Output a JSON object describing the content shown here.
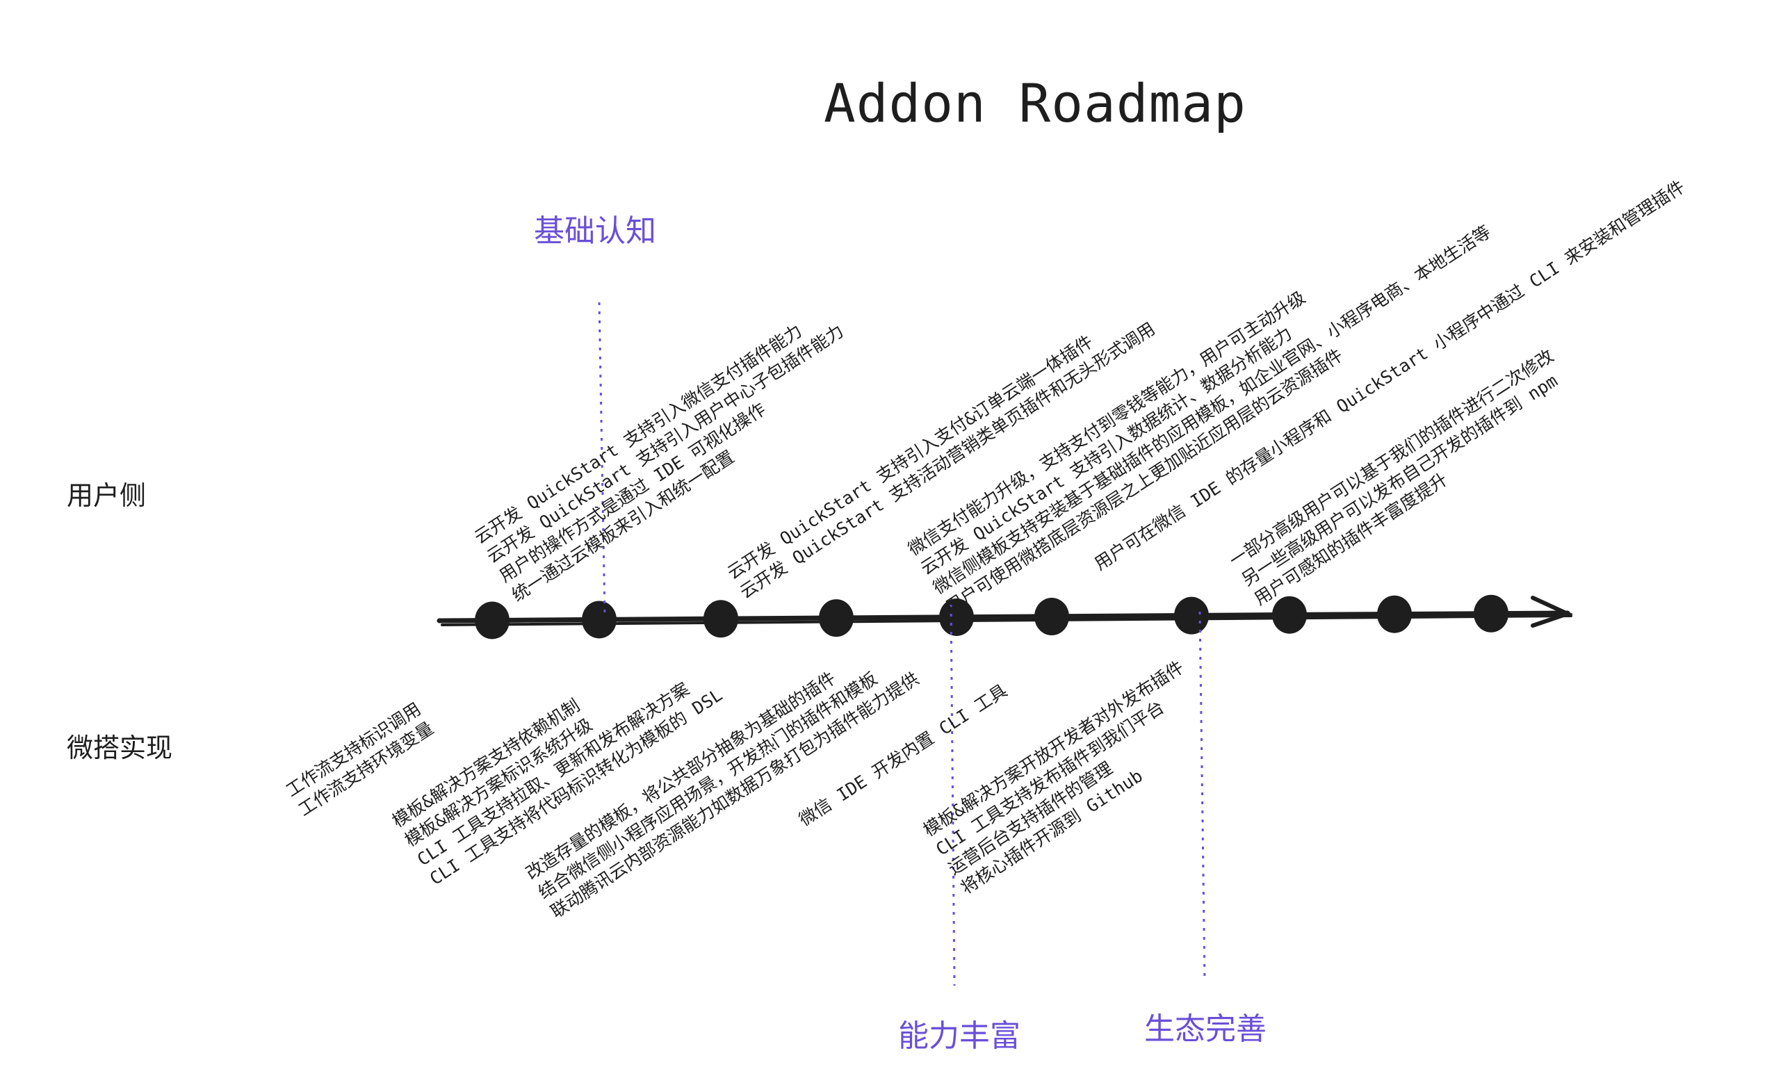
{
  "title": "Addon Roadmap",
  "phases": {
    "basic": "基础认知",
    "capability": "能力丰富",
    "ecosystem": "生态完善"
  },
  "sides": {
    "user": "用户侧",
    "platform": "微搭实现"
  },
  "user_notes": [
    [
      "云开发 QuickStart 支持引入微信支付插件能力",
      "云开发 QuickStart 支持引入用户中心子包插件能力",
      "用户的操作方式是通过 IDE 可视化操作",
      "统一通过云模板来引入和统一配置"
    ],
    [
      "云开发 QuickStart 支持引入支付&订单云端一体插件",
      "云开发 QuickStart 支持活动营销类单页插件和无头形式调用"
    ],
    [
      "微信支付能力升级，支持支付到零钱等能力，用户可主动升级",
      "云开发 QuickStart 支持引入数据统计、数据分析能力",
      "微信侧模板支持安装基于基础插件的应用模板，如企业官网、小程序电商、本地生活等",
      "用户可使用微搭底层资源层之上更加贴近应用层的云资源插件"
    ],
    [
      "用户可在微信 IDE 的存量小程序和 QuickStart 小程序中通过 CLI 来安装和管理插件"
    ],
    [
      "一部分高级用户可以基于我们的插件进行二次修改",
      "另一些高级用户可以发布自己开发的插件到 npm",
      "用户可感知的插件丰富度提升"
    ]
  ],
  "platform_notes": [
    [
      "工作流支持标识调用",
      "工作流支持环境变量"
    ],
    [
      "模板&解决方案支持依赖机制",
      "模板&解决方案标识系统升级",
      "CLI 工具支持拉取、更新和发布解决方案",
      "CLI 工具支持将代码标识转化为模板的 DSL"
    ],
    [
      "改造存量的模板，将公共部分抽象为基础的插件",
      "结合微信侧小程序应用场景，开发热门的插件和模板",
      "联动腾讯云内部资源能力如数据万象打包为插件能力提供"
    ],
    [
      "微信 IDE 开发内置 CLI 工具"
    ],
    [
      "模板&解决方案开放开发者对外发布插件",
      "CLI 工具支持发布插件到我们平台",
      "运营后台支持插件的管理",
      "将核心插件开源到 Github"
    ]
  ],
  "timeline": {
    "milestones": 10
  },
  "colors": {
    "ink": "#1e1e1e",
    "accent": "#6a4fd8"
  }
}
